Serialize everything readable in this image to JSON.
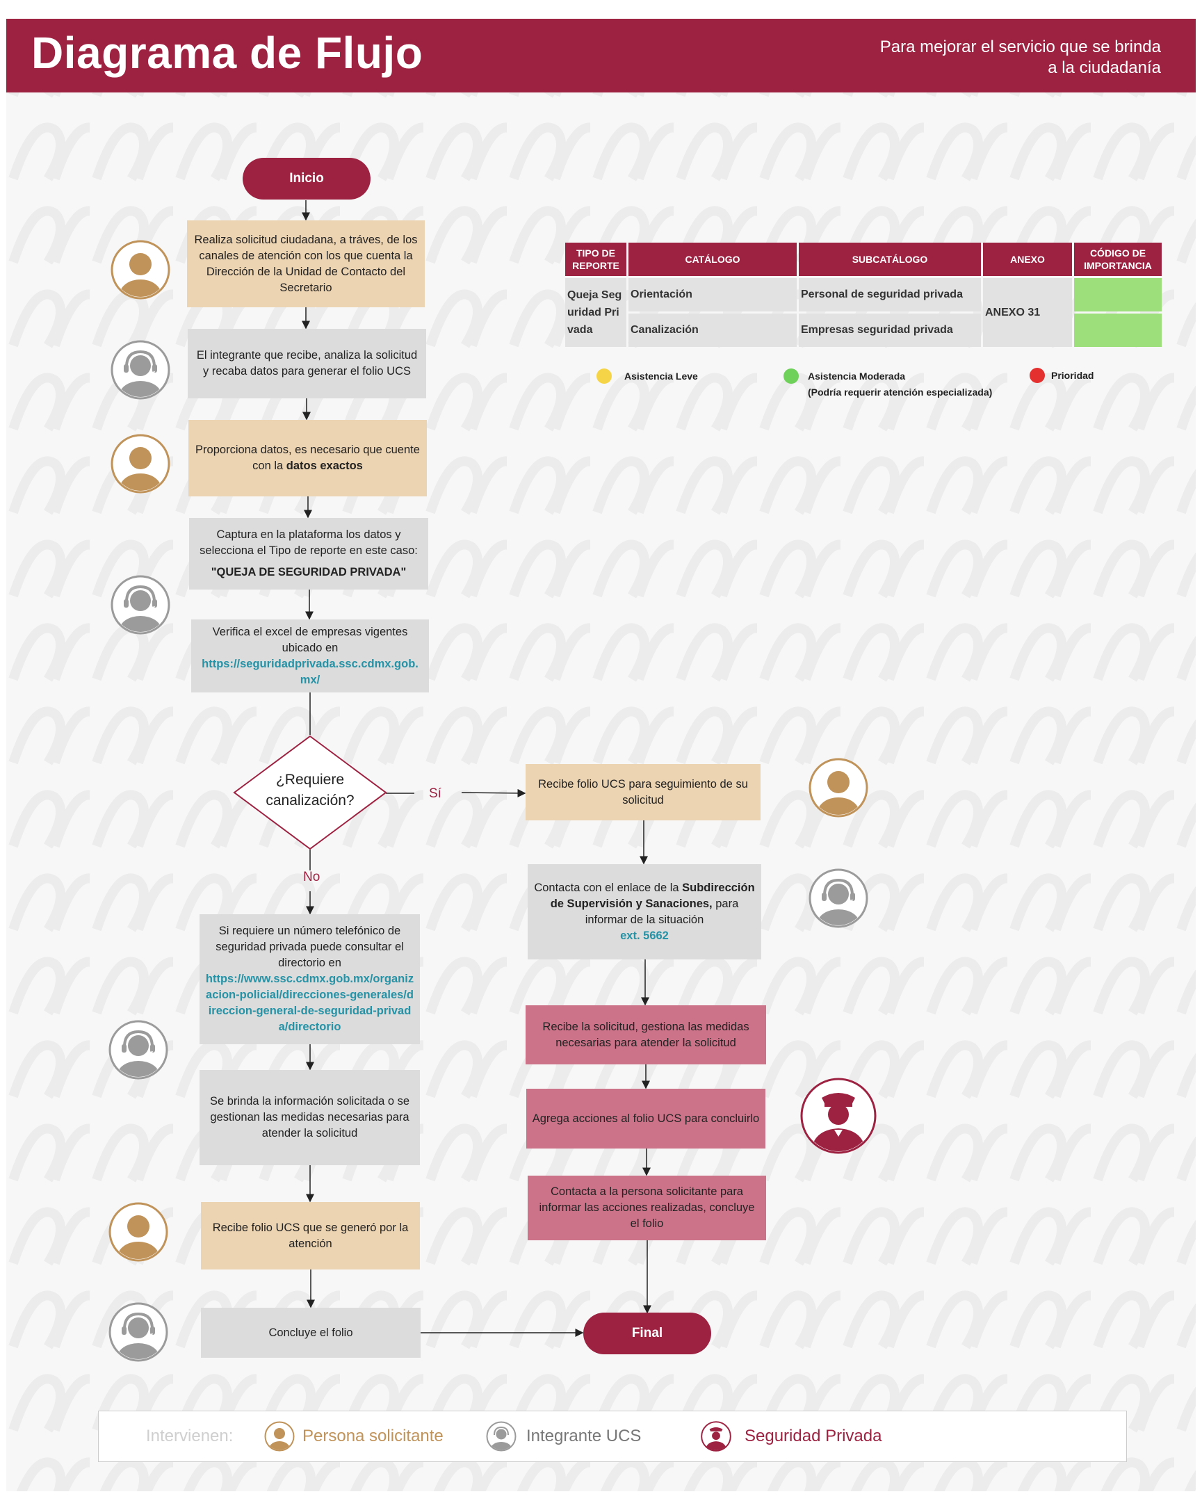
{
  "header": {
    "title": "Diagrama de Flujo",
    "subtitle": "Para mejorar el servicio que se brinda a la ciudadanía"
  },
  "colors": {
    "brand": "#9d2242",
    "persona": "#c0935a",
    "ucs": "#9b9b9b",
    "tan_box": "#ecd3b1",
    "gray_box": "#dcdcdc",
    "pink_box": "#cc7389",
    "link": "#2592a6"
  },
  "flow": {
    "start": "Inicio",
    "end": "Final",
    "step1": "Realiza solicitud ciudadana, a tráves, de los canales de atención con los que cuenta la Dirección de la Unidad de Contacto del Secretario",
    "step2": "El integrante que recibe, analiza la solicitud y recaba datos para generar el folio UCS",
    "step3_pre": "Proporciona datos, es necesario que cuente con la ",
    "step3_bold": "datos exactos",
    "step4_text": "Captura en la plataforma los datos y selecciona el Tipo de reporte en este caso:",
    "step4_bold": "\"QUEJA DE SEGURIDAD PRIVADA\"",
    "step5_text": "Verifica el excel de empresas vigentes ubicado en",
    "step5_link": "https://seguridadprivada.ssc.cdmx.gob.mx/",
    "decision": "¿Requiere canalización?",
    "yes": "Sí",
    "no": "No",
    "no1_text": "Si requiere un número telefónico de seguridad privada puede consultar el directorio en",
    "no1_link": "https://www.ssc.cdmx.gob.mx/organizacion-policial/direcciones-generales/direccion-general-de-seguridad-privada/directorio",
    "no2": "Se brinda la información solicitada o se gestionan las medidas necesarias para atender la solicitud",
    "no3": "Recibe folio UCS que se generó por la atención",
    "no4": "Concluye el folio",
    "yes1": "Recibe folio UCS para seguimiento de su solicitud",
    "yes2_pre": "Contacta con el enlace de la ",
    "yes2_bold": "Subdirección de Supervisión y Sanaciones,",
    "yes2_post": "para informar de la situación",
    "yes2_ext": "ext. 5662",
    "yes3": "Recibe la solicitud, gestiona las medidas necesarias para atender la solicitud",
    "yes4": "Agrega acciones al folio UCS para concluirlo",
    "yes5": "Contacta a la persona solicitante para informar las acciones realizadas, concluye el folio"
  },
  "table": {
    "headers": [
      "TIPO DE REPORTE",
      "CATÁLOGO",
      "SUBCATÁLOGO",
      "ANEXO",
      "CÓDIGO DE IMPORTANCIA"
    ],
    "tipo": "Queja Seguridad Privada",
    "rows": [
      {
        "catalogo": "Orientación",
        "subcatalogo": "Personal de seguridad privada"
      },
      {
        "catalogo": "Canalización",
        "subcatalogo": "Empresas seguridad privada"
      }
    ],
    "anexo": "ANEXO 31",
    "codigo_color": "#9ddf7a"
  },
  "legend": {
    "leve": "Asistencia Leve",
    "moderada": "Asistencia Moderada",
    "moderada_note": "(Podría requerir atención especializada)",
    "prioridad": "Prioridad",
    "leve_color": "#f5d547",
    "moderada_color": "#6fd15a",
    "prioridad_color": "#e53030"
  },
  "footer": {
    "label": "Intervienen:",
    "persona": "Persona solicitante",
    "ucs": "Integrante UCS",
    "seguridad": "Seguridad Privada"
  }
}
